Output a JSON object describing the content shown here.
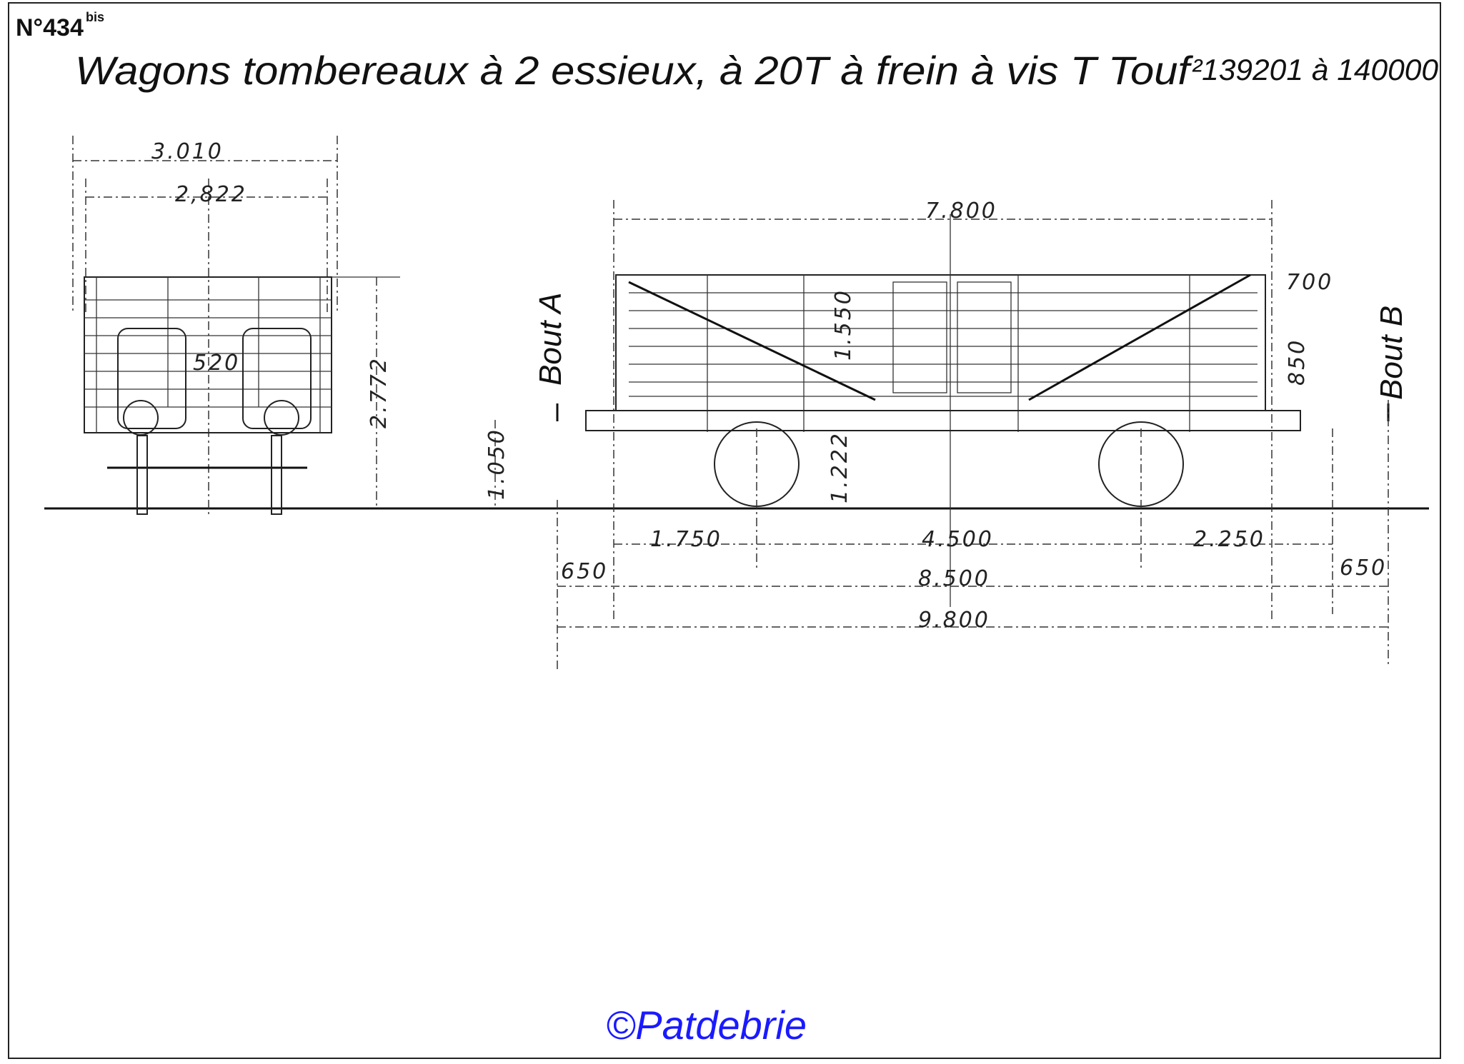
{
  "drawing": {
    "number": "N°434",
    "number_suffix": "bis",
    "title": "Wagons tombereaux à 2 essieux, à 20T à frein à vis T Touf",
    "title_range": "²139201 à 140000"
  },
  "end_view": {
    "width_overall": "3.010",
    "width_body": "2,822",
    "height": "2.772",
    "buffer_spacing": "520"
  },
  "side_view": {
    "length_body": "7.800",
    "end_a_label": "Bout A",
    "end_b_label": "Bout B",
    "buffer_height": "1.050",
    "height_1222": "1.222",
    "height_1550": "1.550",
    "dim_700": "700",
    "dim_850": "850",
    "overhang_left": "1.750",
    "wheelbase": "4.500",
    "overhang_right": "2.250",
    "buffer_left": "650",
    "frame_length": "8.500",
    "buffer_right": "650",
    "length_overall": "9.800"
  },
  "watermark": "©Patdebrie",
  "colors": {
    "watermark": "#1a1aff",
    "ink": "#111111"
  }
}
